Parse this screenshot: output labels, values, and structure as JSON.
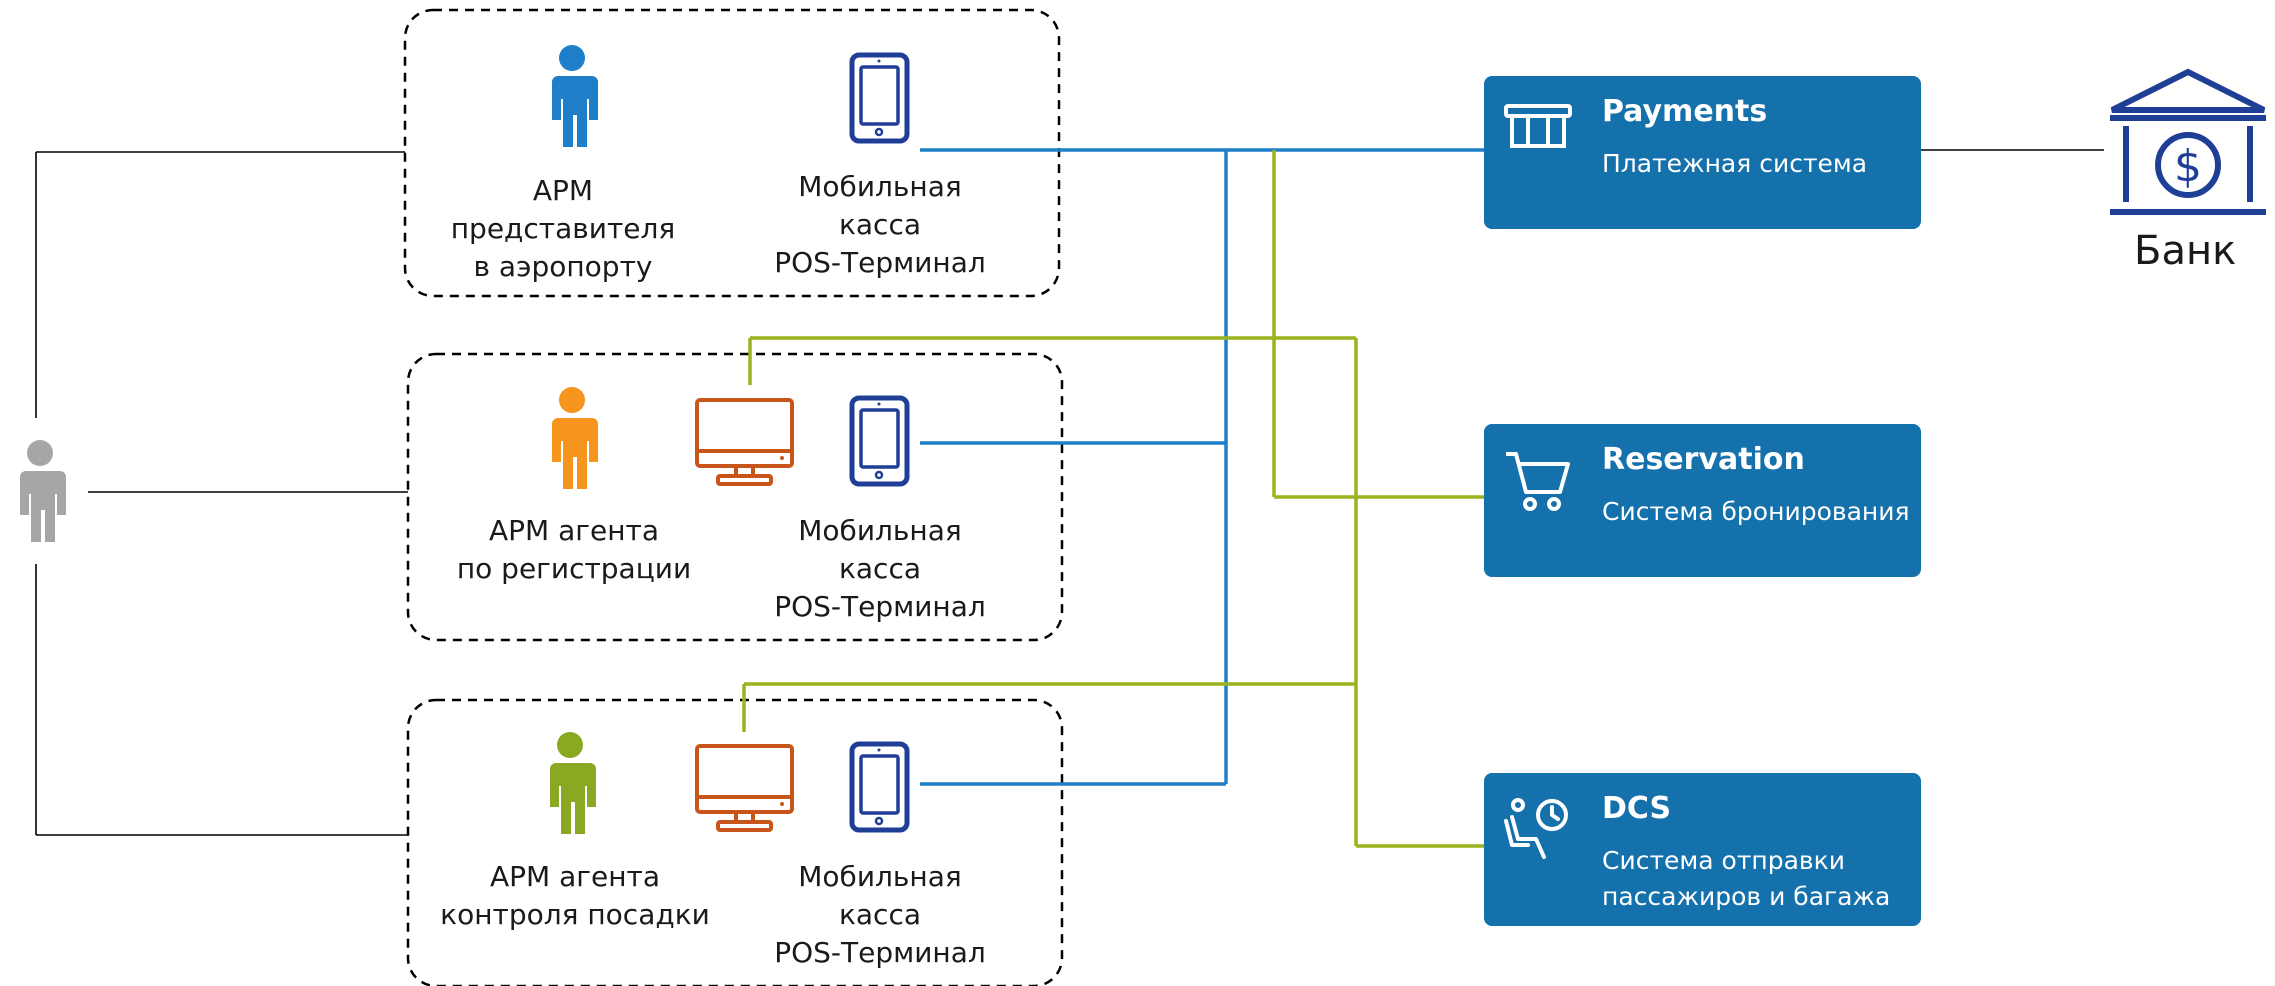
{
  "groups": [
    {
      "person_color": "#1e7ec8",
      "person_label": [
        "АРМ",
        "представителя",
        "в аэропорту"
      ],
      "terminal_label": [
        "Мобильная",
        "касса",
        "POS-Терминал"
      ]
    },
    {
      "person_color": "#f7941d",
      "person_label": [
        "АРМ агента",
        "по регистрации"
      ],
      "terminal_label": [
        "Мобильная",
        "касса",
        "POS-Терминал"
      ]
    },
    {
      "person_color": "#8aa822",
      "person_label": [
        "АРМ агента",
        "контроля посадки"
      ],
      "terminal_label": [
        "Мобильная",
        "касса",
        "POS-Терминал"
      ]
    }
  ],
  "systems": [
    {
      "title": "Payments",
      "subtitle": [
        "Платежная система"
      ],
      "icon": "card-reader-icon"
    },
    {
      "title": "Reservation",
      "subtitle": [
        "Система бронирования"
      ],
      "icon": "shopping-cart-icon"
    },
    {
      "title": "DCS",
      "subtitle": [
        "Система отправки",
        "пассажиров и багажа"
      ],
      "icon": "seat-clock-icon"
    }
  ],
  "bank": {
    "label": "Банк",
    "icon": "bank-icon"
  },
  "colors": {
    "blue_line": "#1e7ec8",
    "green_line": "#9cb21e",
    "system_box": "#1471ac",
    "monitor": "#c8561a",
    "mobile": "#1f3f97",
    "bank_icon": "#1f3f97",
    "user": "#a6a6a6"
  }
}
